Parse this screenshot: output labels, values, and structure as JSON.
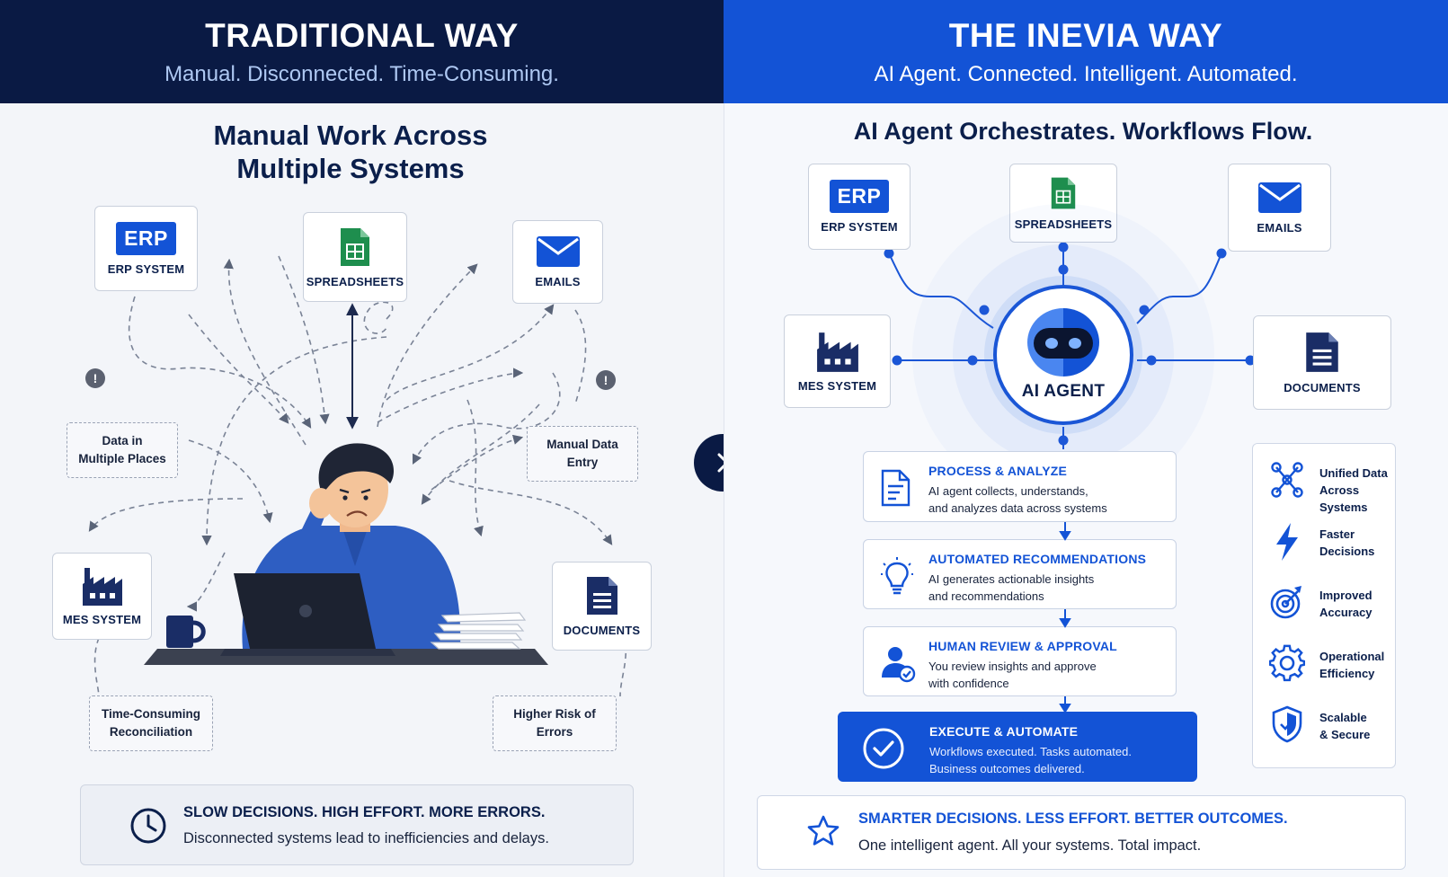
{
  "left": {
    "header": {
      "title": "TRADITIONAL WAY",
      "subtitle": "Manual. Disconnected. Time-Consuming."
    },
    "section_title_line1": "Manual Work Across",
    "section_title_line2": "Multiple Systems",
    "systems": {
      "erp_badge": "ERP",
      "erp": "ERP SYSTEM",
      "spreadsheets": "SPREADSHEETS",
      "emails": "EMAILS",
      "mes": "MES SYSTEM",
      "documents": "DOCUMENTS"
    },
    "notes": {
      "data_multiple_l1": "Data in",
      "data_multiple_l2": "Multiple Places",
      "manual_entry_l1": "Manual Data",
      "manual_entry_l2": "Entry",
      "reconciliation_l1": "Time-Consuming",
      "reconciliation_l2": "Reconciliation",
      "errors_l1": "Higher Risk of",
      "errors_l2": "Errors"
    },
    "alert_glyph": "!",
    "banner": {
      "headline": "SLOW DECISIONS. HIGH EFFORT. MORE ERRORS.",
      "text": "Disconnected systems lead to inefficiencies and delays."
    }
  },
  "right": {
    "header": {
      "title": "THE INEVIA WAY",
      "subtitle": "AI Agent. Connected. Intelligent. Automated."
    },
    "section_title": "AI Agent Orchestrates. Workflows Flow.",
    "systems": {
      "erp_badge": "ERP",
      "erp": "ERP SYSTEM",
      "spreadsheets": "SPREADSHEETS",
      "emails": "EMAILS",
      "mes": "MES SYSTEM",
      "documents": "DOCUMENTS"
    },
    "agent_label": "AI AGENT",
    "steps": [
      {
        "title": "PROCESS & ANALYZE",
        "line1": "AI agent collects, understands,",
        "line2": "and analyzes data across systems"
      },
      {
        "title": "AUTOMATED RECOMMENDATIONS",
        "line1": "AI generates actionable insights",
        "line2": "and recommendations"
      },
      {
        "title": "HUMAN REVIEW & APPROVAL",
        "line1": "You review insights and approve",
        "line2": "with confidence"
      },
      {
        "title": "EXECUTE & AUTOMATE",
        "line1": "Workflows executed. Tasks automated.",
        "line2": "Business outcomes delivered."
      }
    ],
    "benefits": [
      {
        "line1": "Unified Data",
        "line2": "Across Systems",
        "icon": "network-icon"
      },
      {
        "line1": "Faster",
        "line2": "Decisions",
        "icon": "lightning-icon"
      },
      {
        "line1": "Improved",
        "line2": "Accuracy",
        "icon": "target-icon"
      },
      {
        "line1": "Operational",
        "line2": "Efficiency",
        "icon": "gear-icon"
      },
      {
        "line1": "Scalable",
        "line2": "& Secure",
        "icon": "shield-icon"
      }
    ],
    "banner": {
      "headline": "SMARTER DECISIONS. LESS EFFORT. BETTER OUTCOMES.",
      "text": "One intelligent agent. All your systems. Total impact."
    }
  },
  "colors": {
    "navy": "#0a1a44",
    "brand_blue": "#1353d6",
    "text_dark": "#0b1f4b",
    "sheet_green": "#1e8e4e"
  }
}
